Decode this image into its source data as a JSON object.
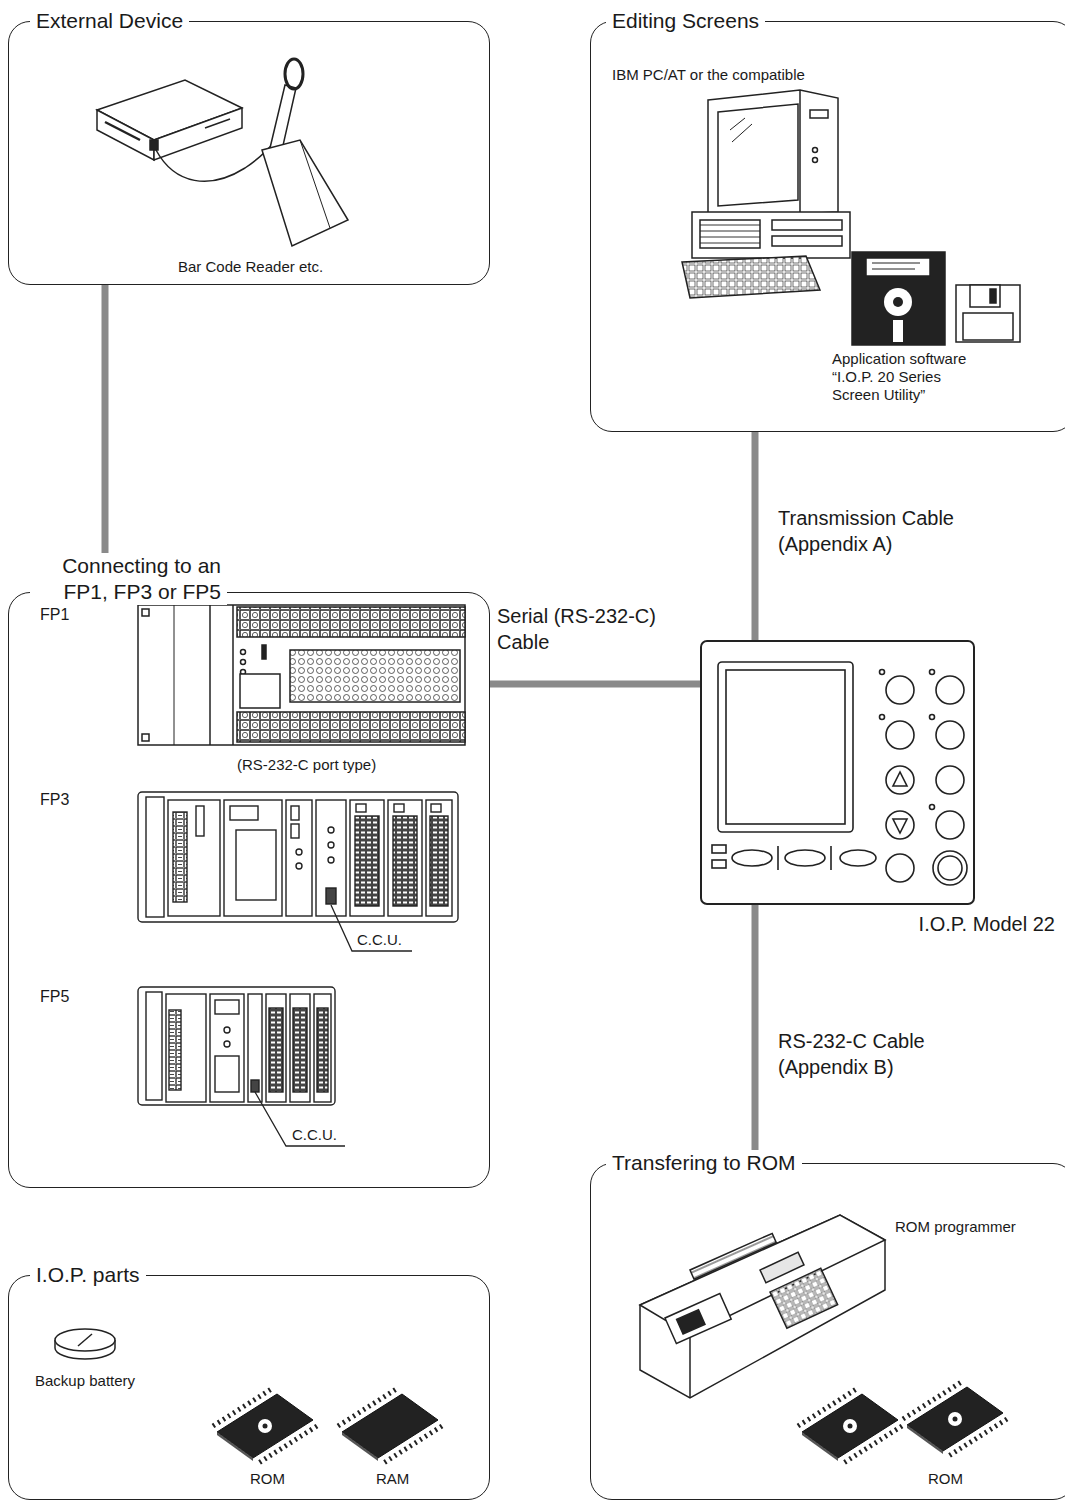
{
  "diagram": {
    "nodes": [
      {
        "text": [
          "External Device",
          "Bar Code Reader etc."
        ]
      },
      {
        "text": [
          "Editing Screens",
          "IBM PC/AT or the compatible",
          "Application software “I.O.P. 20 Series Screen Utility”"
        ]
      },
      {
        "text": [
          "Connecting to an FP1, FP3 or FP5",
          "FP1",
          "(RS-232-C port type)",
          "FP3",
          "C.C.U.",
          "FP5",
          "C.C.U."
        ]
      },
      {
        "text": [
          "I.O.P. Model 22"
        ]
      },
      {
        "text": [
          "I.O.P. parts",
          "Backup battery",
          "ROM",
          "RAM"
        ]
      },
      {
        "text": [
          "Transfering to ROM",
          "ROM programmer",
          "ROM"
        ]
      }
    ],
    "edges": [
      {
        "from": 0,
        "to": 2,
        "arrow": "none"
      },
      {
        "from": 1,
        "to": 3,
        "label": "Transmission Cable (Appendix A)",
        "arrow": "none"
      },
      {
        "from": 2,
        "to": 3,
        "label": "Serial (RS-232-C) Cable",
        "arrow": "none"
      },
      {
        "from": 3,
        "to": 5,
        "label": "RS-232-C Cable (Appendix B)",
        "arrow": "none"
      }
    ]
  }
}
